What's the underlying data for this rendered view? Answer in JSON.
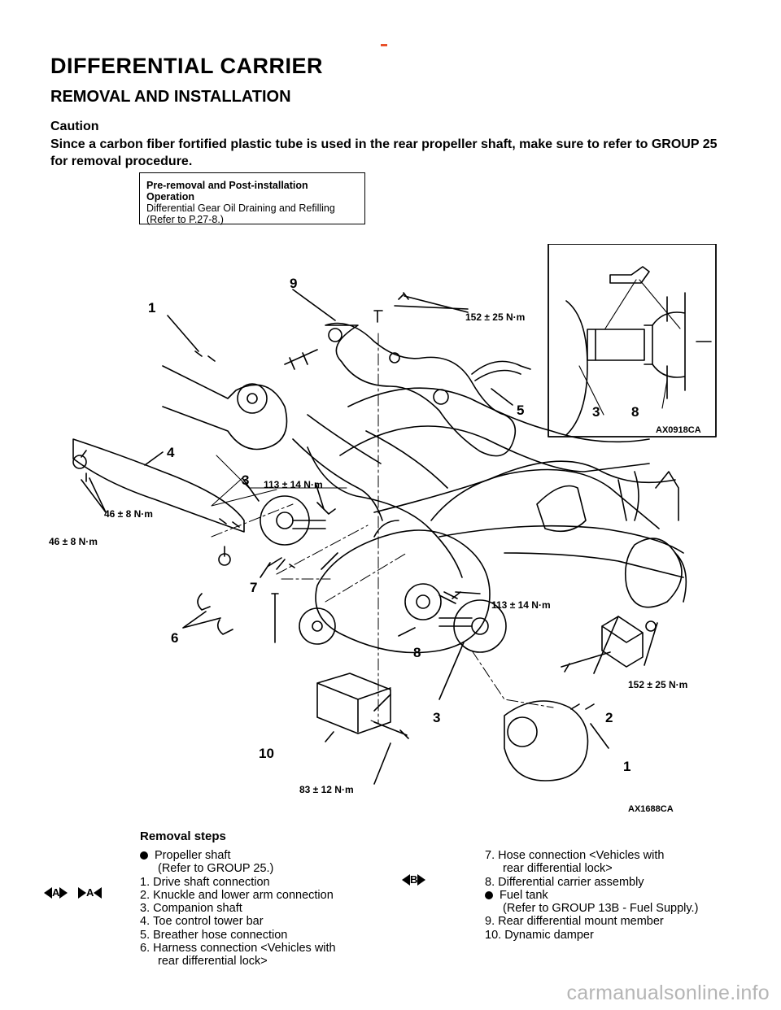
{
  "header": {
    "title": "DIFFERENTIAL CARRIER",
    "subtitle": "REMOVAL AND INSTALLATION"
  },
  "caution": {
    "title": "Caution",
    "text": "Since a carbon fiber fortified plastic tube is used in the rear propeller shaft, make sure to refer to GROUP 25 for removal procedure."
  },
  "pre_op": {
    "title": "Pre-removal and Post-installation Operation",
    "text": "Differential Gear Oil Draining and Refilling (Refer to P.27-8.)"
  },
  "figure": {
    "callouts": {
      "c1a": "1",
      "c1b": "1",
      "c2": "2",
      "c3a": "3",
      "c3b": "3",
      "c3c": "3",
      "c4": "4",
      "c5": "5",
      "c6": "6",
      "c7": "7",
      "c8a": "8",
      "c8b": "8",
      "c9": "9",
      "c10": "10"
    },
    "torques": {
      "t152a": "152 ± 25 N·m",
      "t152b": "152 ± 25 N·m",
      "t113a": "113 ± 14 N·m",
      "t113b": "113 ± 14 N·m",
      "t46a": "46 ± 8 N·m",
      "t46b": "46 ± 8 N·m",
      "t83": "83 ± 12 N·m"
    },
    "inset_code": "AX0918CA",
    "figure_code": "AX1688CA"
  },
  "steps": {
    "title": "Removal steps",
    "left": [
      {
        "num": "",
        "bullet": true,
        "text": "Propeller shaft",
        "sub": "(Refer to GROUP 25.)"
      },
      {
        "num": "1.",
        "bullet": false,
        "text": "Drive shaft connection",
        "sub": ""
      },
      {
        "num": "2.",
        "bullet": false,
        "text": "Knuckle and lower arm connection",
        "sub": ""
      },
      {
        "num": "3.",
        "bullet": false,
        "text": "Companion shaft",
        "sub": ""
      },
      {
        "num": "4.",
        "bullet": false,
        "text": "Toe control tower bar",
        "sub": ""
      },
      {
        "num": "5.",
        "bullet": false,
        "text": "Breather hose connection",
        "sub": ""
      },
      {
        "num": "6.",
        "bullet": false,
        "text": "Harness connection <Vehicles with",
        "sub": "rear differential lock>"
      }
    ],
    "right": [
      {
        "num": "7.",
        "bullet": false,
        "text": "Hose connection <Vehicles with",
        "sub": "rear differential lock>"
      },
      {
        "num": "8.",
        "bullet": false,
        "text": "Differential carrier assembly",
        "sub": ""
      },
      {
        "num": "",
        "bullet": true,
        "text": "Fuel tank",
        "sub": "(Refer to GROUP 13B - Fuel Supply.)"
      },
      {
        "num": "9.",
        "bullet": false,
        "text": "Rear differential mount member",
        "sub": ""
      },
      {
        "num": "10.",
        "bullet": false,
        "text": "Dynamic damper",
        "sub": ""
      }
    ],
    "markers": {
      "a1": "A",
      "a2": "A",
      "b": "B"
    }
  },
  "footer": {
    "watermark": "carmanualsonline.info"
  }
}
